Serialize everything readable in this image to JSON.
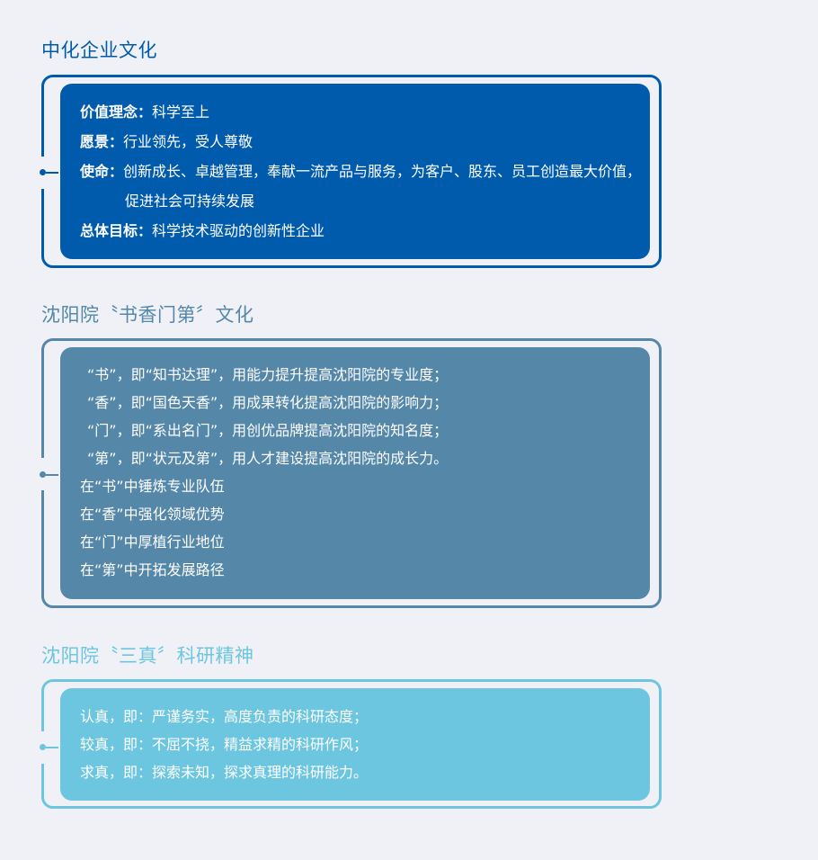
{
  "colors": {
    "background": "#f0f1f6",
    "section1": "#005bac",
    "section2": "#5487a8",
    "section3": "#6cc6e0"
  },
  "section1": {
    "title": "中化企业文化",
    "items": [
      {
        "label": "价值理念：",
        "text": "科学至上"
      },
      {
        "label": "愿景：",
        "text": "行业领先，受人尊敬"
      },
      {
        "label": "使命：",
        "text": "创新成长、卓越管理，奉献一流产品与服务，为客户、股东、员工创造最大价值，"
      },
      {
        "label": "",
        "text": "促进社会可持续发展"
      },
      {
        "label": "总体目标：",
        "text": "科学技术驱动的创新性企业"
      }
    ]
  },
  "section2": {
    "title": "沈阳院〝书香门第〞文化",
    "lines": [
      "“书”，即“知书达理”，用能力提升提高沈阳院的专业度；",
      "“香”，即“国色天香”，用成果转化提高沈阳院的影响力；",
      "“门”，即“系出名门”，用创优品牌提高沈阳院的知名度；",
      "“第”，即“状元及第”，用人才建设提高沈阳院的成长力。",
      "在“书”中锤炼专业队伍",
      "在“香”中强化领域优势",
      "在“门”中厚植行业地位",
      "在“第”中开拓发展路径"
    ]
  },
  "section3": {
    "title": "沈阳院〝三真〞科研精神",
    "lines": [
      "认真，即：严谨务实，高度负责的科研态度；",
      "较真，即：不屈不挠，精益求精的科研作风；",
      "求真，即：探索未知，探求真理的科研能力。"
    ]
  }
}
